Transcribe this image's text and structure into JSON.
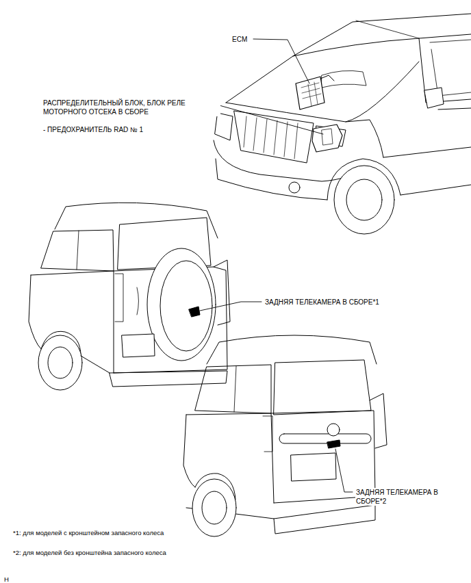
{
  "diagram": {
    "labels": [
      "ECM",
      "РАСПРЕДЕЛИТЕЛЬНЫЙ БЛОК, БЛОК РЕЛЕ МОТОРНОГО ОТСЕКА В СБОРЕ",
      "- ПРЕДОХРАНИТЕЛЬ RAD № 1",
      "ЗАДНЯЯ ТЕЛЕКАМЕРА В СБОРЕ*1",
      "ЗАДНЯЯ ТЕЛЕКАМЕРА В СБОРЕ*2",
      "*1: для моделей с кронштейном запасного колеса",
      "*2: для моделей без кронштейна запасного колеса",
      "H"
    ]
  }
}
